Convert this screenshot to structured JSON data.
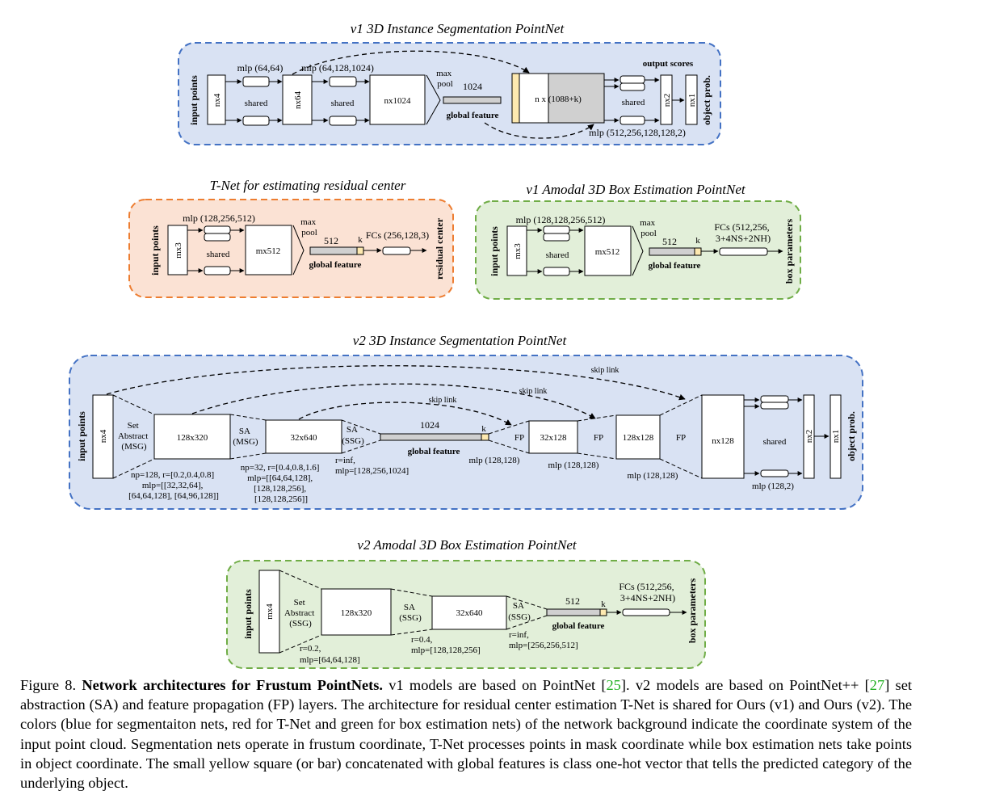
{
  "colors": {
    "blue_fill": "#d9e2f3",
    "blue_border": "#4472c4",
    "orange_fill": "#fbe2d4",
    "orange_border": "#ed7d31",
    "green_fill": "#e2efd9",
    "green_border": "#70ad47",
    "gray_fill": "#d0d0d0",
    "yellow_fill": "#fde9b0",
    "ref_green": "#22b022"
  },
  "v1_seg": {
    "title": "v1 3D Instance Segmentation PointNet",
    "input_label": "input points",
    "in_box": "nx4",
    "mlp1": "mlp (64,64)",
    "shared1": "shared",
    "box2": "nx64",
    "mlp2": "mlp (64,128,1024)",
    "shared2": "shared",
    "box3": "nx1024",
    "maxpool": "max\npool",
    "gf_dim": "1024",
    "global_feature": "global feature",
    "concat_label": "n  x (1088+k)",
    "output_scores": "output scores",
    "shared3": "shared",
    "out1": "nx2",
    "out2": "nx1",
    "object_prob": "object prob.",
    "mlp3": "mlp (512,256,128,128,2)"
  },
  "tnet": {
    "title": "T-Net for estimating residual center",
    "input_label": "input points",
    "in_box": "mx3",
    "mlp": "mlp (128,256,512)",
    "shared": "shared",
    "box2": "mx512",
    "maxpool": "max\npool",
    "gf_dim": "512",
    "k": "k",
    "global_feature": "global feature",
    "fcs": "FCs (256,128,3)",
    "output_label": "residual center"
  },
  "v1_box": {
    "title": "v1 Amodal 3D Box Estimation PointNet",
    "input_label": "input points",
    "in_box": "mx3",
    "mlp": "mlp (128,128,256,512)",
    "shared": "shared",
    "box2": "mx512",
    "maxpool": "max\npool",
    "gf_dim": "512",
    "k": "k",
    "global_feature": "global feature",
    "fcs": "FCs (512,256,\n3+4NS+2NH)",
    "output_label": "box parameters"
  },
  "v2_seg": {
    "title": "v2 3D Instance Segmentation PointNet",
    "input_label": "input points",
    "in_box": "nx4",
    "sa1": "Set\nAbstract\n(MSG)",
    "b1": "128x320",
    "sa1_params": "np=128, r=[0.2,0.4,0.8]\nmlp=[[32,32,64],\n[64,64,128], [64,96,128]]",
    "sa2": "SA\n(MSG)",
    "b2": "32x640",
    "sa2_params": "np=32, r=[0.4,0.8,1.6]\nmlp=[[64,64,128],\n[128,128,256],\n[128,128,256]]",
    "sa3": "SA\n(SSG)",
    "sa3_params": "r=inf,\nmlp=[128,256,1024]",
    "gf_dim": "1024",
    "k": "k",
    "global_feature": "global feature",
    "fp1": "FP",
    "fp1_mlp": "mlp (128,128)",
    "b4": "32x128",
    "fp2": "FP",
    "fp2_mlp": "mlp (128,128)",
    "b5": "128x128",
    "fp3": "FP",
    "fp3_mlp": "mlp (128,128)",
    "b6": "nx128",
    "shared": "shared",
    "out1": "nx2",
    "out1_mlp": "mlp (128,2)",
    "out2": "nx1",
    "object_prob": "object prob.",
    "skip": "skip link"
  },
  "v2_box": {
    "title": "v2 Amodal 3D Box Estimation PointNet",
    "input_label": "input points",
    "in_box": "mx4",
    "sa1": "Set\nAbstract\n(SSG)",
    "b1": "128x320",
    "sa1_params": "r=0.2,\nmlp=[64,64,128]",
    "sa2": "SA\n(SSG)",
    "b2": "32x640",
    "sa2_params": "r=0.4,\nmlp=[128,128,256]",
    "sa3": "SA\n(SSG)",
    "sa3_params": "r=inf,\nmlp=[256,256,512]",
    "gf_dim": "512",
    "k": "k",
    "global_feature": "global feature",
    "fcs": "FCs (512,256,\n3+4NS+2NH)",
    "output_label": "box parameters"
  },
  "caption": {
    "fig": "Figure 8.",
    "title": "Network architectures for Frustum PointNets.",
    "t1": " v1 models are based on PointNet [",
    "r1": "25",
    "t2": "]. v2 models are based on PointNet++ [",
    "r2": "27",
    "t3": "] set abstraction (SA) and feature propagation (FP) layers. The architecture for residual center estimation T-Net is shared for Ours (v1) and Ours (v2). The colors (blue for segmentaiton nets, red for T-Net and green for box estimation nets) of the network background indicate the coordinate system of the input point cloud.  Segmentation nets operate in frustum coordinate, T-Net processes points in mask coordinate while box estimation nets take points in object coordinate.  The small yellow square (or bar) concatenated with global features is class one-hot vector that tells the predicted category of the underlying object."
  }
}
